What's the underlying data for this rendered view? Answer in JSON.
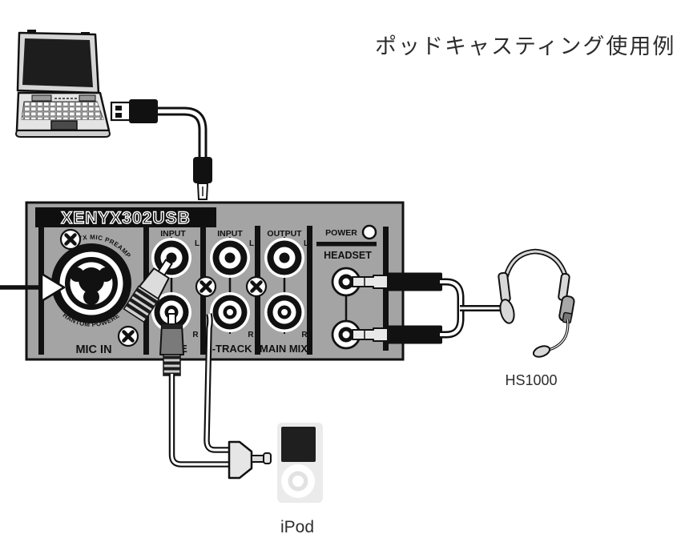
{
  "title": "ポッドキャスティング使用例",
  "mixer": {
    "logo": "XENYX302USB",
    "mic": {
      "preamp": "XENYX MIC PREAMP",
      "phantom": "PHANTOM POWERED",
      "label": "MIC IN"
    },
    "line": {
      "header": "INPUT",
      "l": "L",
      "r": "R",
      "label": "LINE"
    },
    "twotrack": {
      "header": "INPUT",
      "l": "L",
      "r": "R",
      "label": "2-TRACK"
    },
    "mainmix": {
      "header": "OUTPUT",
      "l": "L",
      "r": "R",
      "label": "MAIN MIX"
    },
    "power": "POWER",
    "headset": "HEADSET"
  },
  "headset": {
    "model": "HS1000"
  },
  "ipod": {
    "label": "iPod"
  },
  "colors": {
    "panel": "#a4a4a4",
    "ink": "#111111",
    "white": "#ffffff"
  }
}
